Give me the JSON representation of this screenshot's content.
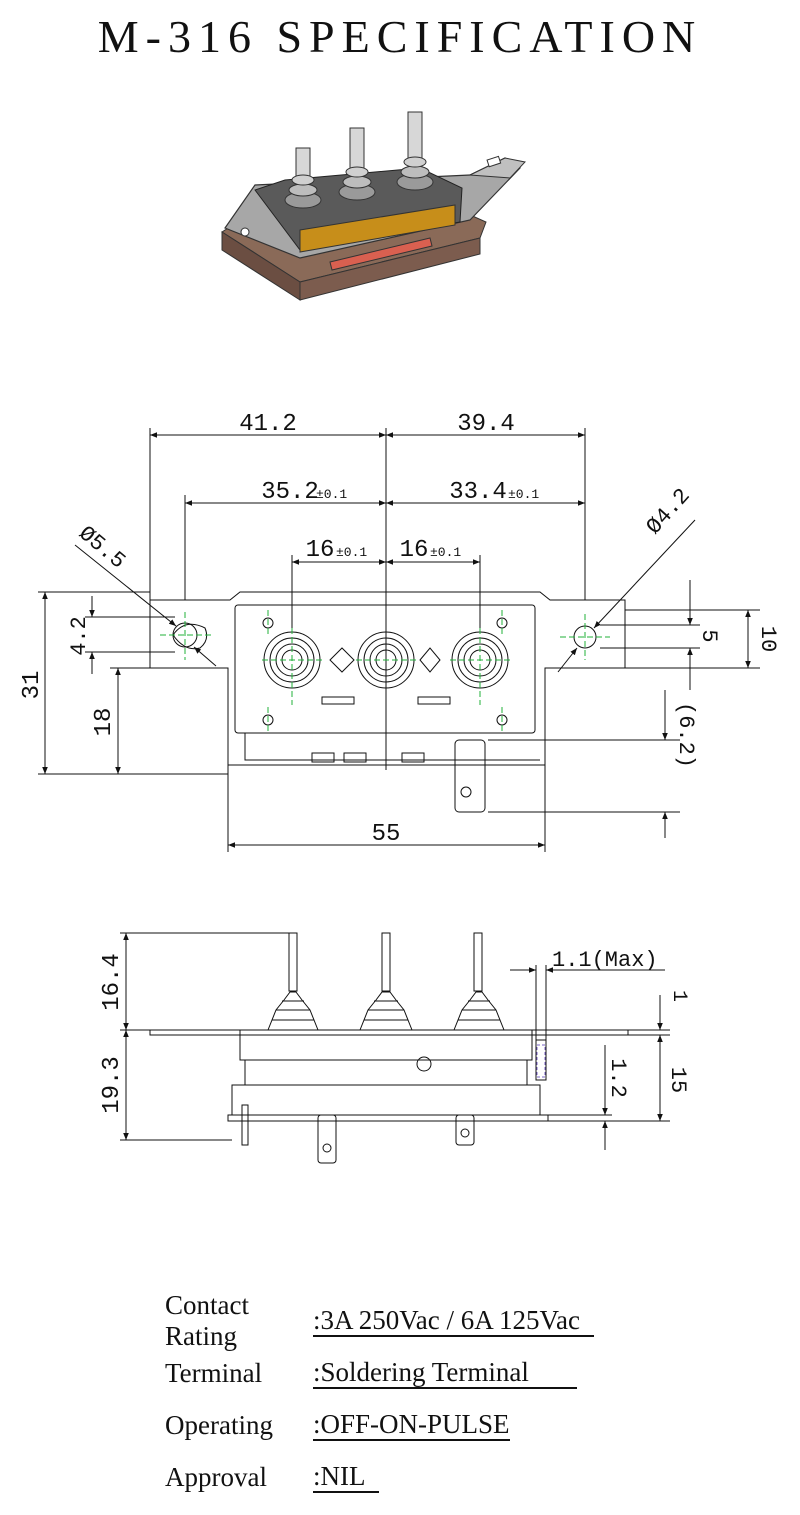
{
  "title": "M-316 SPECIFICATION",
  "top_view": {
    "dims": {
      "d41_2": "41.2",
      "d39_4": "39.4",
      "d35_2": "35.2",
      "d33_4": "33.4",
      "d16_a": "16",
      "d16_b": "16",
      "tol": "±0.1",
      "dia_left": "Ø5.5",
      "dia_right": "Ø4.2",
      "d4_2": "4.2",
      "d31": "31",
      "d18": "18",
      "d5": "5",
      "d10": "10",
      "d6_2": "(6.2)",
      "d55": "55"
    }
  },
  "side_view": {
    "dims": {
      "d16_4": "16.4",
      "d19_3": "19.3",
      "d1_1": "1.1(Max)",
      "d1": "1",
      "d1_2": "1.2",
      "d15": "15"
    }
  },
  "specs": [
    {
      "label": "Contact Rating",
      "value": ":3A 250Vac / 6A 125Vac"
    },
    {
      "label": "Terminal",
      "value": ":Soldering Terminal"
    },
    {
      "label": "Operating",
      "value": ":OFF-ON-PULSE"
    },
    {
      "label": "Approval",
      "value": ":NIL"
    }
  ]
}
